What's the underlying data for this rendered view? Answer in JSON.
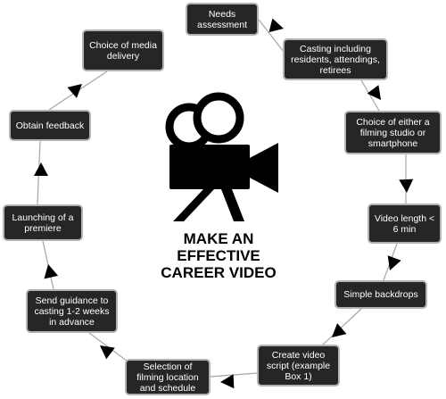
{
  "title_lines": [
    "MAKE AN",
    "EFFECTIVE",
    "CAREER VIDEO"
  ],
  "colors": {
    "box_fill": "#262626",
    "box_border": "#b3b3b3",
    "box_text": "#ffffff",
    "ink": "#000000"
  },
  "center_icon": "movie-camera-icon",
  "steps": [
    {
      "id": "needs",
      "text": "Needs assessment"
    },
    {
      "id": "casting",
      "text": "Casting including residents, attendings, retirees"
    },
    {
      "id": "studio",
      "text": "Choice of either a filming studio or smartphone"
    },
    {
      "id": "length",
      "text": "Video length < 6 min"
    },
    {
      "id": "backdrops",
      "text": "Simple backdrops"
    },
    {
      "id": "script",
      "text": "Create video script (example Box 1)"
    },
    {
      "id": "location",
      "text": "Selection of filming location and schedule"
    },
    {
      "id": "guidance",
      "text": "Send guidance to casting 1-2 weeks in advance"
    },
    {
      "id": "premiere",
      "text": "Launching of a premiere"
    },
    {
      "id": "feedback",
      "text": "Obtain feedback"
    },
    {
      "id": "media",
      "text": "Choice of media delivery"
    }
  ]
}
